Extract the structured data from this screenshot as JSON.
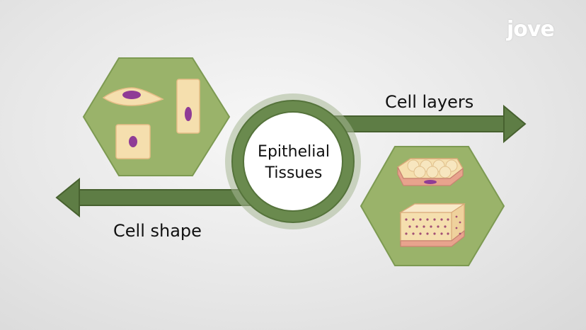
{
  "logo": {
    "text": "jove"
  },
  "center": {
    "line1": "Epithelial",
    "line2": "Tissues"
  },
  "arrows": {
    "right_label": "Cell layers",
    "left_label": "Cell shape"
  },
  "colors": {
    "arrow_green": "#5e7d45",
    "hex_fill": "#9ab36a",
    "cell_fill": "#f5dfae",
    "nucleus": "#8f3c96",
    "ring": "#6a8a4e",
    "background": "#e6e6e6"
  }
}
